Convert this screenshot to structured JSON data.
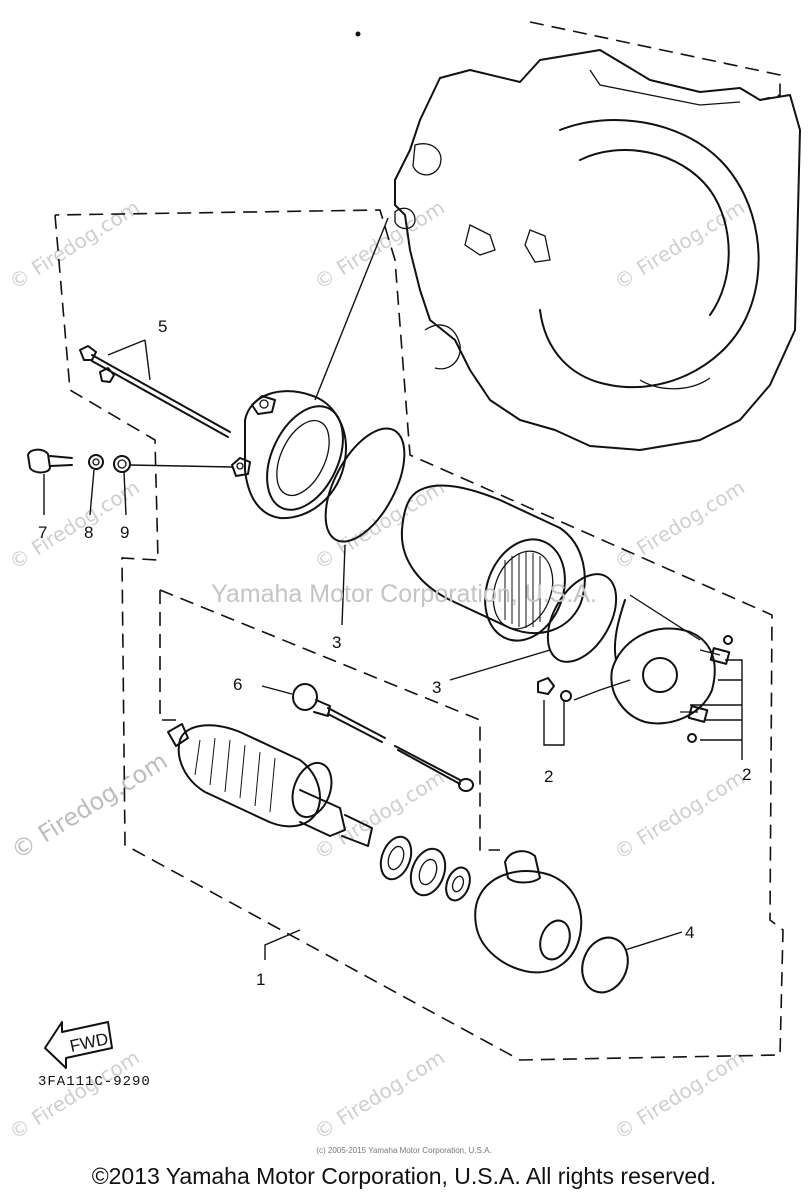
{
  "watermarks": {
    "firedog": "© Firedog.com",
    "center": "Yamaha Motor Corporation, U.S.A."
  },
  "labels": {
    "p1": "1",
    "p2a": "2",
    "p2b": "2",
    "p3a": "3",
    "p3b": "3",
    "p4": "4",
    "p5": "5",
    "p6": "6",
    "p7": "7",
    "p8": "8",
    "p9": "9"
  },
  "fwd_label": "FWD",
  "part_code": "3FA111C-9290",
  "small_copyright": "(c) 2005-2015 Yamaha Motor Corporation, U.S.A.",
  "copyright": "©2013 Yamaha Motor Corporation, U.S.A. All rights reserved."
}
